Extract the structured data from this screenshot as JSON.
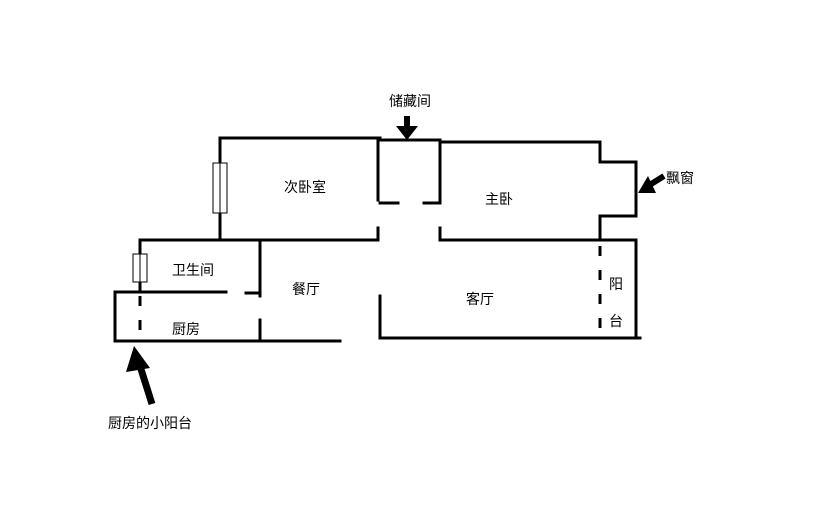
{
  "rooms": {
    "second_bedroom": "次卧室",
    "storage": "储藏间",
    "master_bedroom": "主卧",
    "bay_window": "飘窗",
    "bathroom": "卫生间",
    "dining": "餐厅",
    "living": "客厅",
    "kitchen": "厨房",
    "balcony_1": "阳",
    "balcony_2": "台",
    "kitchen_balcony": "厨房的小阳台"
  }
}
